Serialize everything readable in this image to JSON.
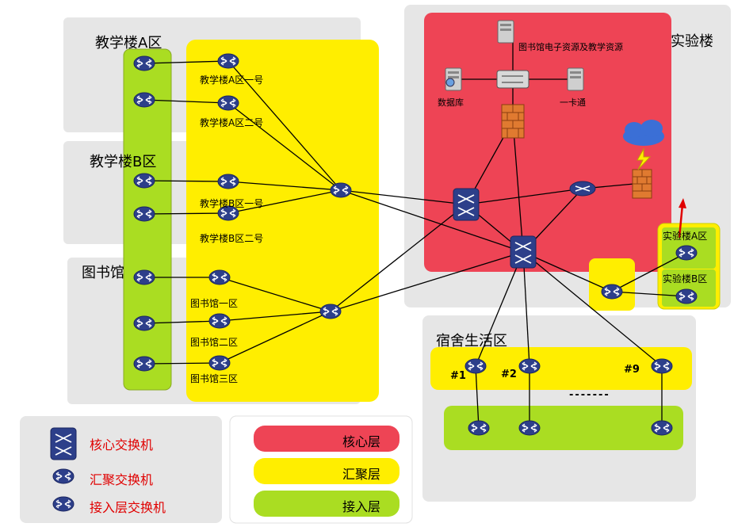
{
  "zones": {
    "teach_a": "教学楼A区",
    "teach_b": "教学楼B区",
    "library": "图书馆",
    "lab": "实验楼",
    "dorm": "宿舍生活区"
  },
  "nodes": {
    "teach_a_1": "教学楼A区一号",
    "teach_a_2": "教学楼A区二号",
    "teach_b_1": "教学楼B区一号",
    "teach_b_2": "教学楼B区二号",
    "lib_1": "图书馆一区",
    "lib_2": "图书馆二区",
    "lib_3": "图书馆三区",
    "lab_a": "实验楼A区",
    "lab_b": "实验楼B区",
    "dorm_1": "#1",
    "dorm_2": "#2",
    "dorm_9": "#9",
    "dorm_ellipsis": "-------"
  },
  "core": {
    "resources": "图书馆电子资源及教学资源",
    "database": "数据库",
    "card": "一卡通"
  },
  "legend": {
    "core_switch": "核心交换机",
    "agg_switch": "汇聚交换机",
    "access_switch": "接入层交换机",
    "core_layer": "核心层",
    "agg_layer": "汇聚层",
    "access_layer": "接入层"
  },
  "colors": {
    "core": "#ee4455",
    "aggregation": "#ffee00",
    "access": "#aadd22",
    "zone": "#e6e6e6",
    "switch": "#2d3f8a"
  }
}
